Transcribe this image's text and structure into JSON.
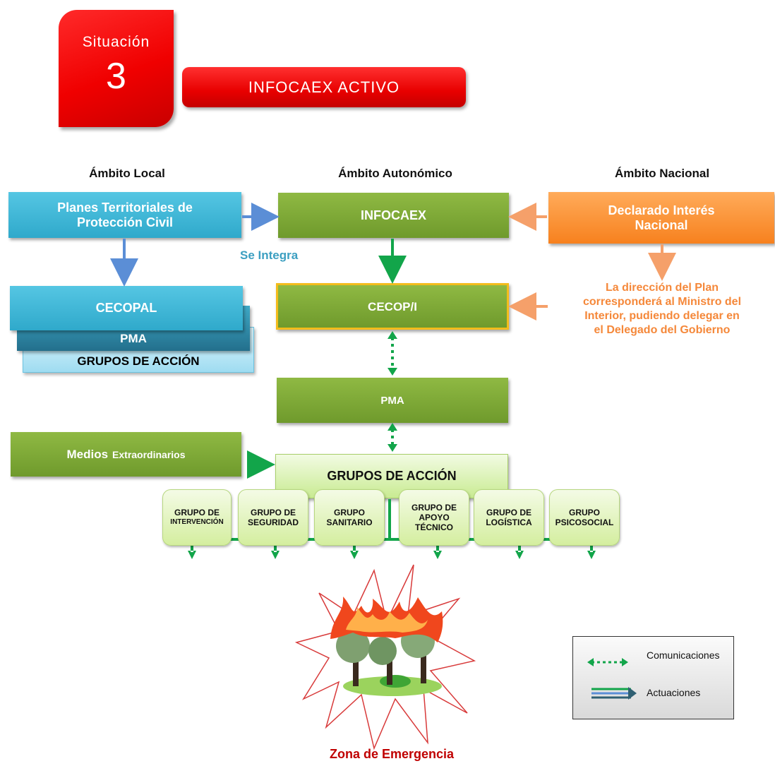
{
  "situation": {
    "word": "Situación",
    "number": "3",
    "state": "INFOCAEX ACTIVO"
  },
  "ambitos": {
    "local": "Ámbito Local",
    "autonomico": "Ámbito Autonómico",
    "nacional": "Ámbito Nacional"
  },
  "local": {
    "planes": [
      "Planes Territoriales de",
      "Protección Civil"
    ],
    "cecopal": "CECOPAL",
    "pma": "PMA",
    "grupos": "GRUPOS DE ACCIÓN"
  },
  "autonomico": {
    "infocaex": "INFOCAEX",
    "se_integra": "Se Integra",
    "cecop": "CECOP/I",
    "pma": "PMA",
    "grupos_accion": "GRUPOS DE ACCIÓN",
    "medios_bold": "Medios",
    "medios_rest": "Extraordinarios"
  },
  "nacional": {
    "declarado": [
      "Declarado Interés",
      "Nacional"
    ],
    "direccion": [
      "La dirección del Plan",
      "corresponderá al Ministro del",
      "Interior, pudiendo delegar en",
      "el Delegado del Gobierno"
    ]
  },
  "grupos": [
    {
      "lines": [
        "GRUPO DE",
        "INTERVENCIÓN"
      ]
    },
    {
      "lines": [
        "GRUPO DE",
        "SEGURIDAD"
      ]
    },
    {
      "lines": [
        "GRUPO",
        "SANITARIO"
      ]
    },
    {
      "lines": [
        "GRUPO DE",
        "APOYO",
        "TÉCNICO"
      ]
    },
    {
      "lines": [
        "GRUPO DE",
        "LOGÍSTICA"
      ]
    },
    {
      "lines": [
        "GRUPO",
        "PSICOSOCIAL"
      ]
    }
  ],
  "zona": "Zona de Emergencia",
  "legend": {
    "comunicaciones": "Comunicaciones",
    "actuaciones": "Actuaciones"
  },
  "colors": {
    "red": "#e80000",
    "blue": "#2fa9cb",
    "green": "#7aa634",
    "orange": "#f7811e",
    "arrow_green": "#12a54a",
    "arrow_blue": "#5b8ed6",
    "arrow_dark": "#2f5f72"
  }
}
